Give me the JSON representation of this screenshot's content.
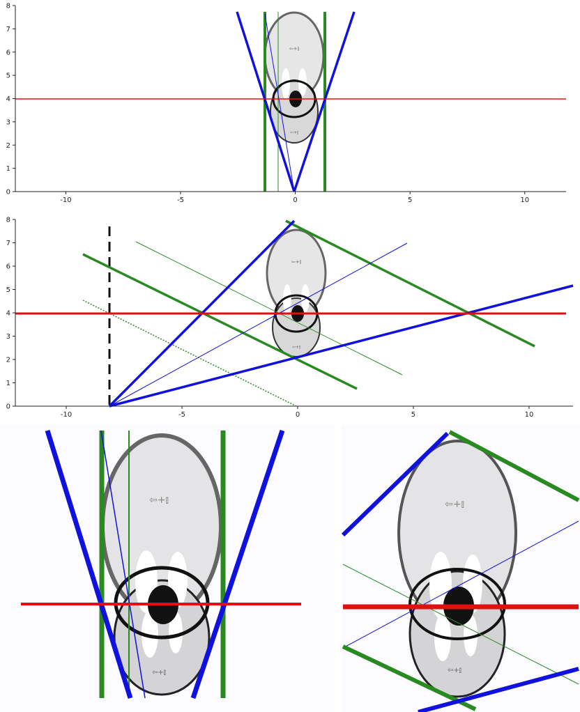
{
  "colors": {
    "frustum": "#1111dd",
    "detector": "#2a8a22",
    "center": "#e01010",
    "phantom_fill": "#e4e4e4",
    "phantom_edge": "#555555",
    "source": "#111111"
  },
  "phantom_label": "⇦+⫾",
  "chart_data": [
    {
      "type": "diagram",
      "name": "parallel-geometry",
      "xlim": [
        -12.2,
        11.8
      ],
      "ylim": [
        0,
        8
      ],
      "xticks": [
        "-10",
        "-5",
        "0",
        "5",
        "10"
      ],
      "yticks": [
        "0",
        "1",
        "2",
        "3",
        "4",
        "5",
        "6",
        "7",
        "8"
      ]
    },
    {
      "type": "diagram",
      "name": "fan-geometry",
      "xlim": [
        -12.2,
        12.2
      ],
      "ylim": [
        0,
        8
      ],
      "xticks": [
        "-10",
        "-5",
        "0",
        "5",
        "10"
      ],
      "yticks": [
        "0",
        "1",
        "2",
        "3",
        "4",
        "5",
        "6",
        "7",
        "8"
      ]
    }
  ]
}
